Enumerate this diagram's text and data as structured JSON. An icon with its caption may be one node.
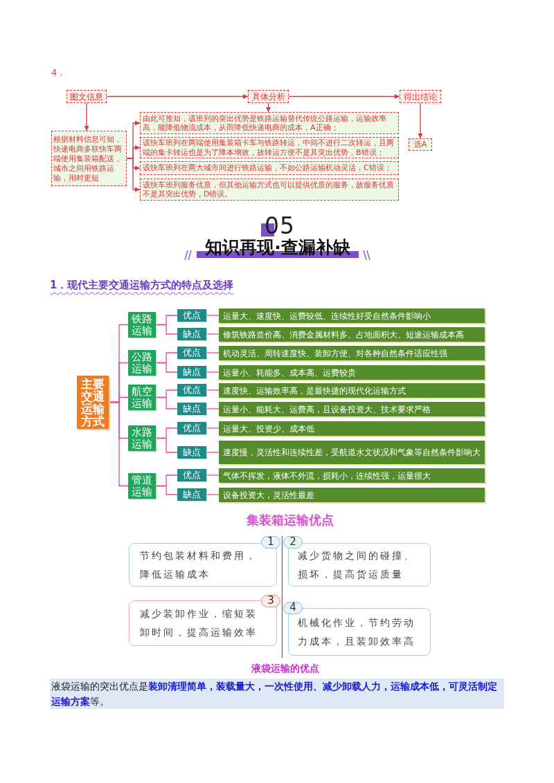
{
  "diagram": {
    "nodes": [
      {
        "text": [
          "图文信息"
        ]
      },
      {
        "text": [
          "具体分析"
        ]
      },
      {
        "text": [
          "得出结论"
        ]
      },
      {
        "text": [
          "根据材料信息可知，快递电商多联快车两端使用集装箱配送，城市之间用铁路运输，用时更短"
        ]
      },
      {
        "text": [
          "由此可推知，该班列的突出优势是铁路运输替代传统公路运输，运输效率高，能降低物流成本，从而降低快递电商的成本，A正确；"
        ]
      },
      {
        "text": [
          "该快车班列在两端使用集装箱卡车与铁路转运，中间不进行二次转运，且两端的集卡转运也是为了降本增效，故转运方便不是其突出优势，B错误；"
        ]
      },
      {
        "text": [
          "该快车班列在两大城市间进行铁路运输，不如公路运输机动灵活，C错误；"
        ]
      },
      {
        "text": [
          "该快车班列服务优质，但其他运输方式也可以提供优质的服务，故服务优质不是其突出优势，D错误。"
        ]
      },
      {
        "text": [
          "选A"
        ]
      },
      {
        "text": [
          "主要交通运输方式"
        ]
      },
      {
        "text": [
          "铁路运输"
        ]
      },
      {
        "text": [
          "优点"
        ]
      },
      {
        "text": [
          "运量大、速度快、运费较低、连续性好受自然条件影响小"
        ]
      },
      {
        "text": [
          "缺点"
        ]
      },
      {
        "text": [
          "修筑铁路造价高、消费金属材料多、占地面积大、短途运输成本高"
        ]
      },
      {
        "text": [
          "公路运输"
        ]
      },
      {
        "text": [
          "优点"
        ]
      },
      {
        "text": [
          "机动灵活、周转速度快、装卸方便、对各种自然条件适应性强"
        ]
      },
      {
        "text": [
          "缺点"
        ]
      },
      {
        "text": [
          "运量小、耗能多、成本高、运费较贵"
        ]
      },
      {
        "text": [
          "航空运输"
        ]
      },
      {
        "text": [
          "优点"
        ]
      },
      {
        "text": [
          "速度快、运输效率高，是最快捷的现代化运输方式"
        ]
      },
      {
        "text": [
          "缺点"
        ]
      },
      {
        "text": [
          "运量小、能耗大、运费高，且设备投资大、技术要求严格"
        ]
      },
      {
        "text": [
          "水路运输"
        ]
      },
      {
        "text": [
          "优点"
        ]
      },
      {
        "text": [
          "运量大、投资少、成本低"
        ]
      },
      {
        "text": [
          "缺点"
        ]
      },
      {
        "text": [
          "速度慢，灵活性和连续性差，受航道水文状况和气象等自然条件影响大"
        ]
      },
      {
        "text": [
          "管道运输"
        ]
      },
      {
        "text": [
          "优点"
        ]
      },
      {
        "text": [
          "气体不挥发，液体不外流，损耗小，连续性强，运量很大"
        ]
      },
      {
        "text": [
          "缺点"
        ]
      },
      {
        "text": [
          "设备投资大，灵活性最差"
        ]
      },
      {
        "text": [
          "1",
          "节约包装材料和费用，降低运输成本"
        ]
      },
      {
        "text": [
          "2",
          "减少货物之间的碰撞、损坏，提高货运质量"
        ]
      },
      {
        "text": [
          "3",
          "减少装卸作业，缩短装卸时间，提高运输效率"
        ]
      },
      {
        "text": [
          "4",
          "机械化作业，节约劳动力成本，且装卸效率高"
        ]
      }
    ],
    "edges": [
      {
        "from": 0,
        "to": 1,
        "arrow": "to",
        "color": "#d9363e"
      },
      {
        "from": 1,
        "to": 2,
        "arrow": "to",
        "color": "#d9363e"
      },
      {
        "from": 0,
        "to": 3,
        "arrow": "to",
        "color": "#d9363e"
      },
      {
        "from": 1,
        "to": 4,
        "arrow": "to",
        "color": "#d9363e"
      },
      {
        "from": 2,
        "to": 8,
        "arrow": "to",
        "color": "#d9363e"
      },
      {
        "from": 3,
        "to": 4,
        "arrow": "to",
        "color": "#d9363e"
      },
      {
        "from": 3,
        "to": 5,
        "arrow": "to",
        "color": "#d9363e"
      },
      {
        "from": 3,
        "to": 6,
        "arrow": "to",
        "color": "#d9363e"
      },
      {
        "from": 3,
        "to": 7,
        "arrow": "to",
        "color": "#d9363e"
      },
      {
        "from": 9,
        "to": 10,
        "arrow": "none"
      },
      {
        "from": 9,
        "to": 15,
        "arrow": "none"
      },
      {
        "from": 9,
        "to": 20,
        "arrow": "none"
      },
      {
        "from": 9,
        "to": 25,
        "arrow": "none"
      },
      {
        "from": 9,
        "to": 30,
        "arrow": "none"
      },
      {
        "from": 10,
        "to": 11,
        "arrow": "none"
      },
      {
        "from": 10,
        "to": 13,
        "arrow": "none"
      },
      {
        "from": 11,
        "to": 12,
        "arrow": "none"
      },
      {
        "from": 13,
        "to": 14,
        "arrow": "none"
      },
      {
        "from": 15,
        "to": 16,
        "arrow": "none"
      },
      {
        "from": 15,
        "to": 18,
        "arrow": "none"
      },
      {
        "from": 16,
        "to": 17,
        "arrow": "none"
      },
      {
        "from": 18,
        "to": 19,
        "arrow": "none"
      },
      {
        "from": 20,
        "to": 21,
        "arrow": "none"
      },
      {
        "from": 20,
        "to": 23,
        "arrow": "none"
      },
      {
        "from": 21,
        "to": 22,
        "arrow": "none"
      },
      {
        "from": 23,
        "to": 24,
        "arrow": "none"
      },
      {
        "from": 25,
        "to": 26,
        "arrow": "none"
      },
      {
        "from": 25,
        "to": 28,
        "arrow": "none"
      },
      {
        "from": 26,
        "to": 27,
        "arrow": "none"
      },
      {
        "from": 28,
        "to": 29,
        "arrow": "none"
      },
      {
        "from": 30,
        "to": 31,
        "arrow": "none"
      },
      {
        "from": 30,
        "to": 33,
        "arrow": "none"
      },
      {
        "from": 31,
        "to": 32,
        "arrow": "none"
      },
      {
        "from": 33,
        "to": 34,
        "arrow": "none"
      }
    ],
    "labels": [
      "4．",
      "05",
      "知识再现·查漏补缺",
      "1．现代主要交通运输方式的特点及选择",
      "集装箱运输优点",
      "液袋运输的优点",
      "液袋运输的突出优点是**装卸清理简单，装载量大，一次性使用、减少卸载人力，运输成本低，可灵活制定运输方案**等。"
    ]
  }
}
